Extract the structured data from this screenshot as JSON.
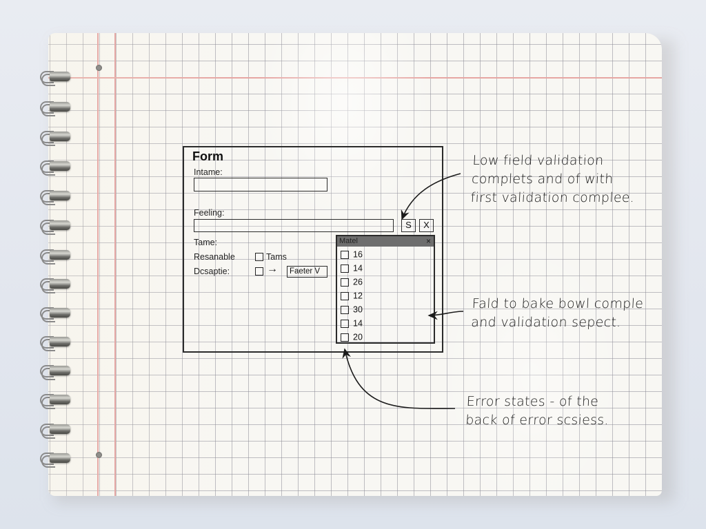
{
  "form": {
    "title": "Form",
    "fields": [
      {
        "label": "Intame:",
        "type": "text",
        "value": ""
      },
      {
        "label": "Feeling:",
        "type": "text",
        "value": "",
        "buttons": [
          "S",
          "X"
        ]
      }
    ],
    "rows": [
      {
        "label": "Tame:"
      },
      {
        "label": "Resanable",
        "checkbox_label": "Tams",
        "checked": false
      },
      {
        "label": "Dcsaptie:",
        "checked": false,
        "arrow": "→",
        "select_value": "Faeter V"
      }
    ],
    "dropdown": {
      "title": "Matel",
      "close_icon": "×",
      "items": [
        {
          "value": "16",
          "checked": false
        },
        {
          "value": "14",
          "checked": false
        },
        {
          "value": "26",
          "checked": false
        },
        {
          "value": "12",
          "checked": false
        },
        {
          "value": "30",
          "checked": false
        },
        {
          "value": "14",
          "checked": false
        },
        {
          "value": "20",
          "checked": false
        }
      ]
    }
  },
  "annotations": [
    {
      "lines": [
        "Low field validation",
        "complets and of with",
        "first validation complee."
      ],
      "target": "feeling-save-button"
    },
    {
      "lines": [
        "Fald to bake bowl comple",
        "and validation sepect."
      ],
      "target": "dropdown-list"
    },
    {
      "lines": [
        "Error states - of the",
        "back of error scsiess."
      ],
      "target": "dropdown-bottom"
    }
  ],
  "colors": {
    "paper": "#f8f7f3",
    "grid": "#8c8c96",
    "margin_red": "#e39a9a",
    "ink": "#222222",
    "background": "#e4e8ef",
    "dropdown_header": "#6e6e6e"
  }
}
